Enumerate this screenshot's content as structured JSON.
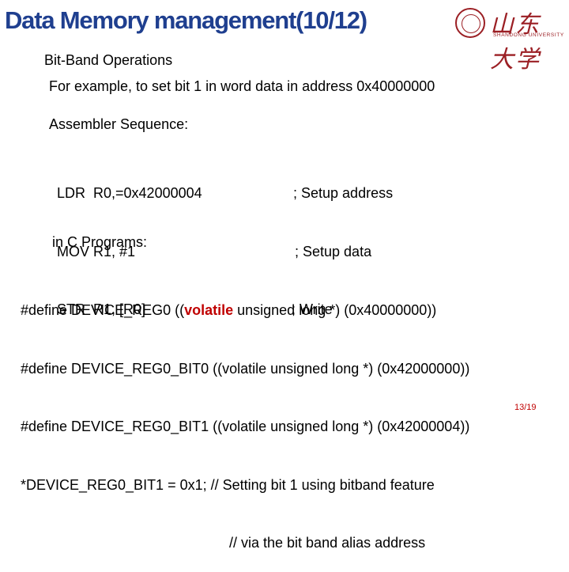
{
  "slide": {
    "title": "Data Memory management(10/12)",
    "logo": {
      "name": "山东大学",
      "subtitle": "SHANDONG UNIVERSITY",
      "color": "#9b1f24"
    },
    "heading": "Bit-Band Operations",
    "example": "For example, to set bit 1 in word data in address 0x40000000",
    "asm_heading": "Assembler Sequence:",
    "asm_lines": [
      {
        "code": "LDR  R0,=0x42000004",
        "comment": "; Setup address"
      },
      {
        "code": "MOV R1, #1",
        "comment": "; Setup data"
      },
      {
        "code": "STR  R1, [R0]",
        "comment": "; Write"
      }
    ],
    "c_heading": "in C Programs:",
    "c_lines": {
      "line1_prefix": "#define DEVICE_REG0 ((",
      "line1_keyword": "volatile",
      "line1_suffix": " unsigned long *) (0x40000000))",
      "line2": "#define DEVICE_REG0_BIT0 ((volatile unsigned long *) (0x42000000))",
      "line3": "#define DEVICE_REG0_BIT1 ((volatile unsigned long *) (0x42000004))",
      "line4": "*DEVICE_REG0_BIT1 = 0x1; // Setting bit 1 using bitband feature",
      "line5": "// via the bit band alias address"
    },
    "page_number": "13/19",
    "colors": {
      "title": "#1f3f8f",
      "keyword": "#c00000",
      "page_number": "#c00000"
    }
  }
}
